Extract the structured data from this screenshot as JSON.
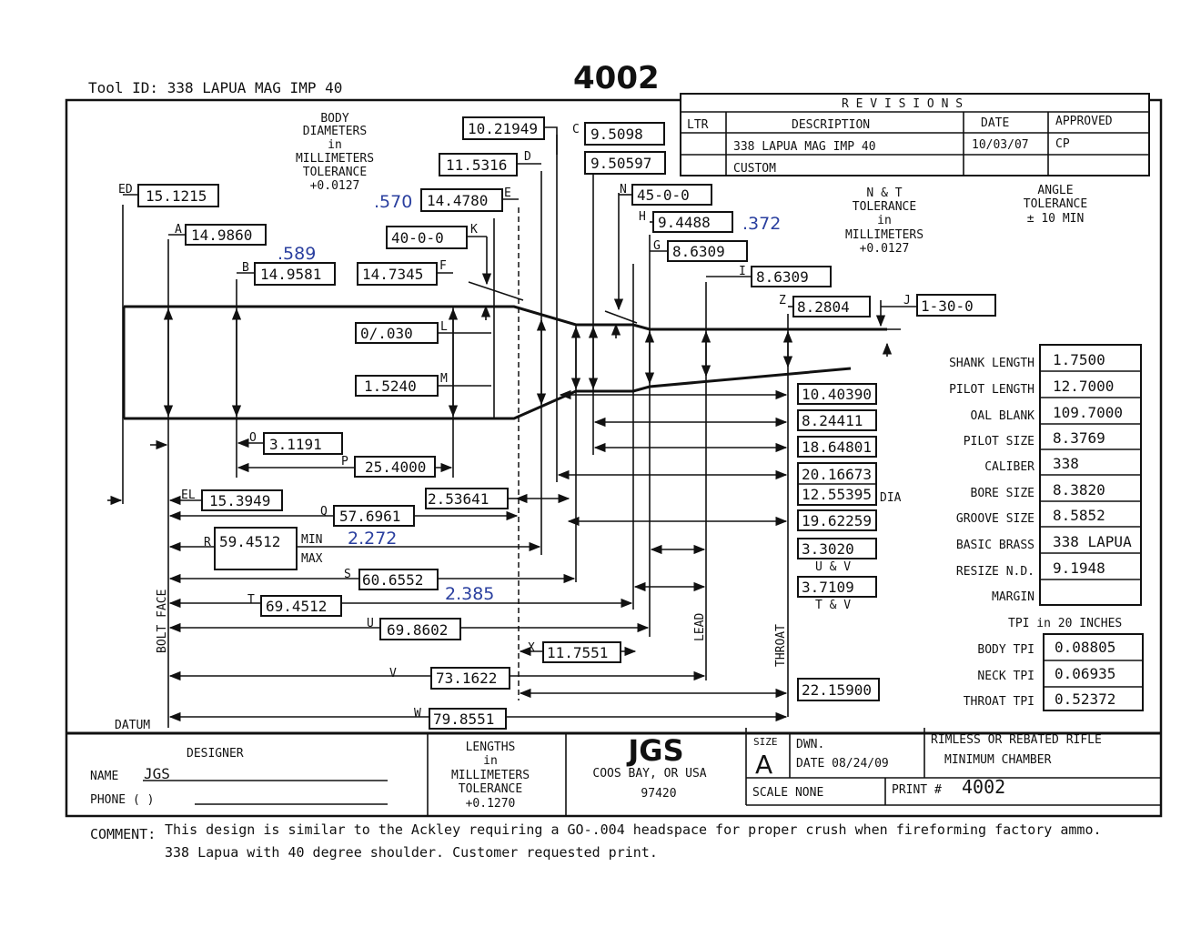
{
  "tool_id": "Tool ID:  338 LAPUA MAG IMP 40",
  "print_number_big": "4002",
  "revisions": {
    "title": "R E V I S I O N S",
    "col_ltr": "LTR",
    "col_desc": "DESCRIPTION",
    "col_date": "DATE",
    "col_approved": "APPROVED",
    "row1_desc": "338 LAPUA MAG IMP 40",
    "row1_date": "10/03/07",
    "row1_approved": "CP",
    "row2_desc": "CUSTOM"
  },
  "notes": {
    "body_diameters": [
      "BODY",
      "DIAMETERS",
      "in",
      "MILLIMETERS",
      "TOLERANCE",
      "+0.0127"
    ],
    "nt_tolerance": [
      "N & T",
      "TOLERANCE",
      "in",
      "MILLIMETERS",
      "+0.0127"
    ],
    "angle_tolerance": [
      "ANGLE",
      "TOLERANCE",
      "± 10  MIN"
    ],
    "lengths": [
      "LENGTHS",
      "in",
      "MILLIMETERS",
      "TOLERANCE",
      "+0.1270"
    ]
  },
  "dimensions": {
    "ED": "15.1215",
    "A": "14.9860",
    "B": "14.9581",
    "C1": "10.21949",
    "C2": "11.5316",
    "D_label": "D",
    "E": "14.4780",
    "K": "40-0-0",
    "F": "14.7345",
    "L": "0/.030",
    "M": "1.5240",
    "C": "9.5098",
    "C_b": "9.50597",
    "N": "45-0-0",
    "H": "9.4488",
    "G": "8.6309",
    "I": "8.6309",
    "Z": "8.2804",
    "J": "1-30-0",
    "O": "3.1191",
    "P": "25.4000",
    "EL": "15.3949",
    "Q": "57.6961",
    "X2": "2.53641",
    "R": "59.4512",
    "S": "60.6552",
    "T": "69.4512",
    "U": "69.8602",
    "X": "11.7551",
    "V": "73.1622",
    "W": "79.8551",
    "r1": "10.40390",
    "r2": "8.24411",
    "r3": "18.64801",
    "r4": "20.16673",
    "r5": "12.55395",
    "r6": "19.62259",
    "r7": "3.3020",
    "r8": "3.7109",
    "r9": "22.15900"
  },
  "letters": {
    "ED": "ED",
    "A": "A",
    "B": "B",
    "C": "C",
    "D": "D",
    "E": "E",
    "K": "K",
    "F": "F",
    "L": "L",
    "M": "M",
    "N": "N",
    "H": "H",
    "G": "G",
    "I": "I",
    "Z": "Z",
    "J": "J",
    "O": "O",
    "P": "P",
    "EL": "EL",
    "Q": "Q",
    "R": "R",
    "S": "S",
    "T": "T",
    "U": "U",
    "X": "X",
    "V": "V",
    "W": "W"
  },
  "misc_labels": {
    "min": "MIN",
    "max": "MAX",
    "dia": "DIA",
    "uv": "U & V",
    "tv": "T & V",
    "bolt_face": "BOLT FACE",
    "lead": "LEAD",
    "throat": "THROAT",
    "datum": "DATUM"
  },
  "handwritten": {
    "h1": ".570",
    "h2": ".589",
    "h3": ".372",
    "h4": "2.272",
    "h5": "2.385"
  },
  "specs": [
    {
      "label": "SHANK LENGTH",
      "value": "1.7500"
    },
    {
      "label": "PILOT LENGTH",
      "value": "12.7000"
    },
    {
      "label": "OAL BLANK",
      "value": "109.7000"
    },
    {
      "label": "PILOT SIZE",
      "value": "8.3769"
    },
    {
      "label": "CALIBER",
      "value": "338"
    },
    {
      "label": "BORE SIZE",
      "value": "8.3820"
    },
    {
      "label": "GROOVE SIZE",
      "value": "8.5852"
    },
    {
      "label": "BASIC BRASS",
      "value": "338 LAPUA"
    },
    {
      "label": "RESIZE N.D.",
      "value": "9.1948"
    },
    {
      "label": "MARGIN",
      "value": ""
    }
  ],
  "tpi": {
    "header": "TPI  in  20  INCHES",
    "rows": [
      {
        "label": "BODY TPI",
        "value": "0.08805"
      },
      {
        "label": "NECK TPI",
        "value": "0.06935"
      },
      {
        "label": "THROAT TPI",
        "value": "0.52372"
      }
    ]
  },
  "title_block": {
    "designer": "DESIGNER",
    "name_label": "NAME",
    "name_value": "JGS",
    "phone_label": "PHONE  (      )",
    "company": "JGS",
    "city": "COOS BAY,  OR USA",
    "zip": "97420",
    "size_label": "SIZE",
    "size_value": "A",
    "dwn": "DWN.",
    "date": "DATE  08/24/09",
    "scale": "SCALE    NONE",
    "print_label": "PRINT #",
    "print_value": "4002",
    "description": [
      "RIMLESS OR REBATED RIFLE",
      "MINIMUM CHAMBER"
    ]
  },
  "comment": {
    "label": "COMMENT:",
    "line1": "This design is similar to the Ackley requiring a GO-.004 headspace for proper crush when fireforming factory ammo.",
    "line2": "338 Lapua with 40 degree shoulder. Customer requested print."
  }
}
